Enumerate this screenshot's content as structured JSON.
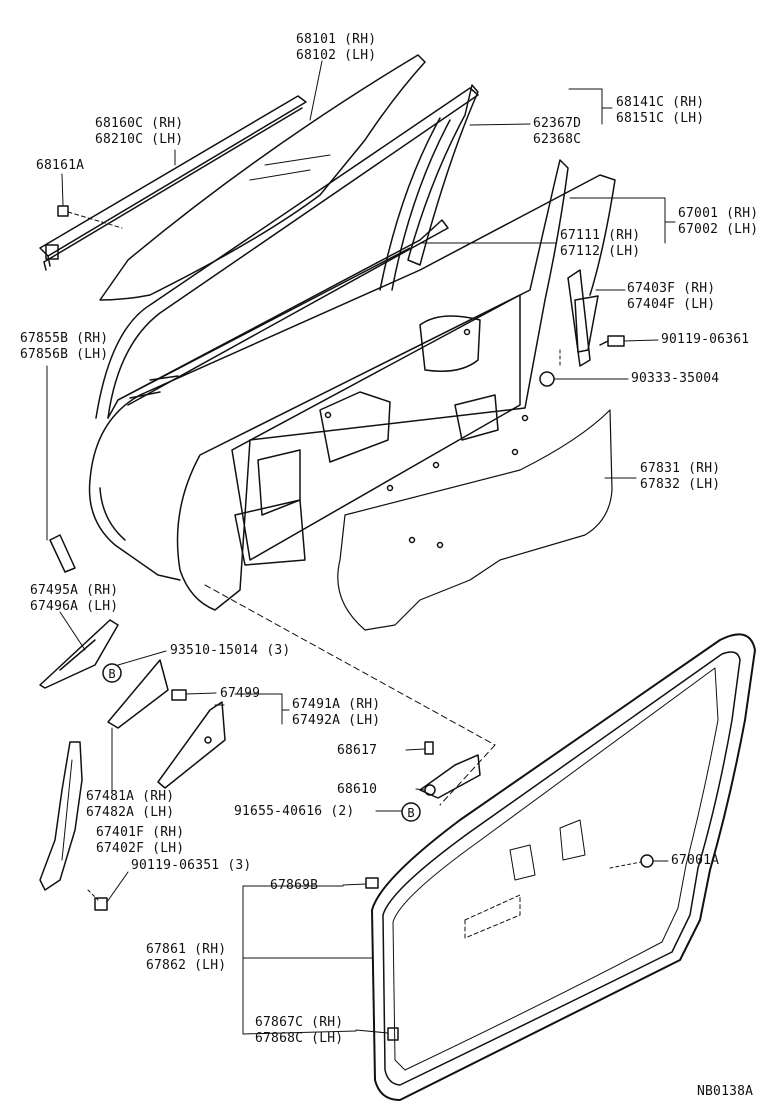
{
  "diagram": {
    "labels": {
      "p68101": "68101 (RH)",
      "p68102": "68102 (LH)",
      "p68160c": "68160C (RH)",
      "p68210c": "68210C (LH)",
      "p68161a": "68161A",
      "p68141c": "68141C (RH)",
      "p68151c": "68151C (LH)",
      "p62367d": "62367D",
      "p62368c": "62368C",
      "p67001": "67001 (RH)",
      "p67002": "67002 (LH)",
      "p67111": "67111 (RH)",
      "p67112": "67112 (LH)",
      "p67403f": "67403F (RH)",
      "p67404f": "67404F (LH)",
      "p90119_06361": "90119-06361",
      "p90333_35004": "90333-35004",
      "p67855b": "67855B (RH)",
      "p67856b": "67856B (LH)",
      "p67831": "67831 (RH)",
      "p67832": "67832 (LH)",
      "p67495a": "67495A (RH)",
      "p67496a": "67496A (LH)",
      "p93510": "93510-15014 (3)",
      "p67499": "67499",
      "p67491a": "67491A (RH)",
      "p67492a": "67492A (LH)",
      "p68617": "68617",
      "p68610": "68610",
      "p67481a": "67481A (RH)",
      "p67482a": "67482A (LH)",
      "p91655": "91655-40616 (2)",
      "p67401f": "67401F (RH)",
      "p67402f": "67402F (LH)",
      "p90119_06351": "90119-06351 (3)",
      "p67001a": "67001A",
      "p67869b": "67869B",
      "p67861": "67861 (RH)",
      "p67862": "67862 (LH)",
      "p67867c": "67867C (RH)",
      "p67868c": "67868C (LH)",
      "code": "NB0138A"
    },
    "marker_b": "B",
    "colors": {
      "ink": "#111111",
      "paper": "#ffffff"
    }
  }
}
